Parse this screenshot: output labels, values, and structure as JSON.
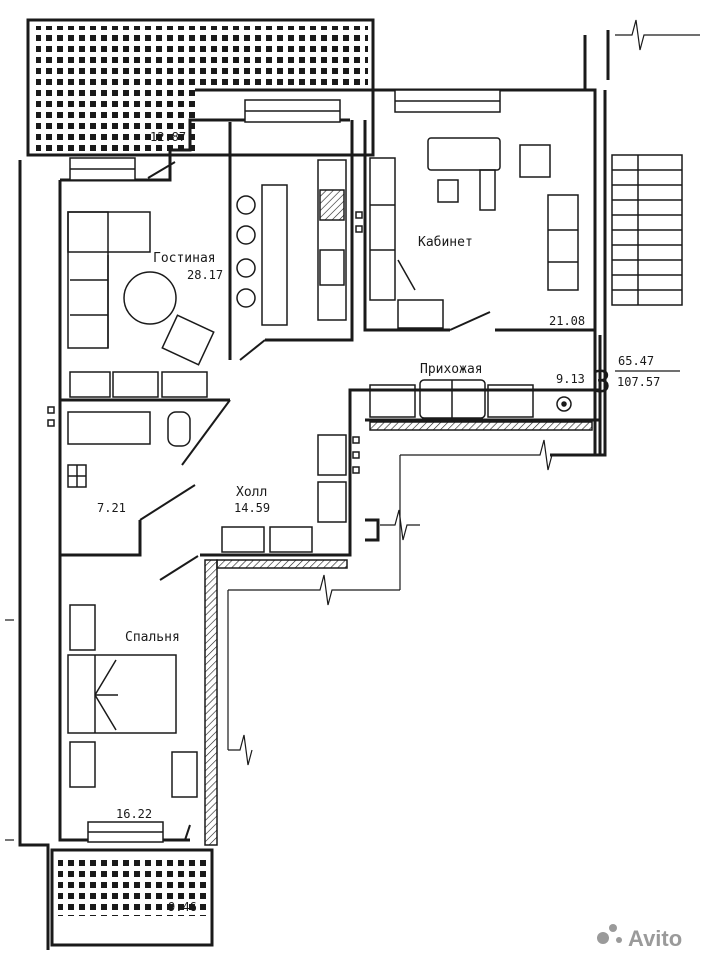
{
  "rooms": {
    "balcony_top": {
      "area": "12.87"
    },
    "living_room": {
      "label": "Гостиная",
      "area": "28.17"
    },
    "office": {
      "label": "Кабинет",
      "area": "21.08"
    },
    "entrance": {
      "label": "Прихожая",
      "area": "9.13"
    },
    "bathroom": {
      "area": "7.21"
    },
    "hall": {
      "label": "Холл",
      "area": "14.59"
    },
    "bedroom": {
      "label": "Спальня",
      "area": "16.22"
    },
    "balcony_bottom": {
      "area": "9.46"
    }
  },
  "apartment": {
    "room_count": "3",
    "living_area": "65.47",
    "total_area": "107.57"
  },
  "watermark": {
    "text": "Avito"
  },
  "colors": {
    "line": "#1a1a1a",
    "paper": "#ffffff",
    "watermark": "#9a9a9a"
  }
}
